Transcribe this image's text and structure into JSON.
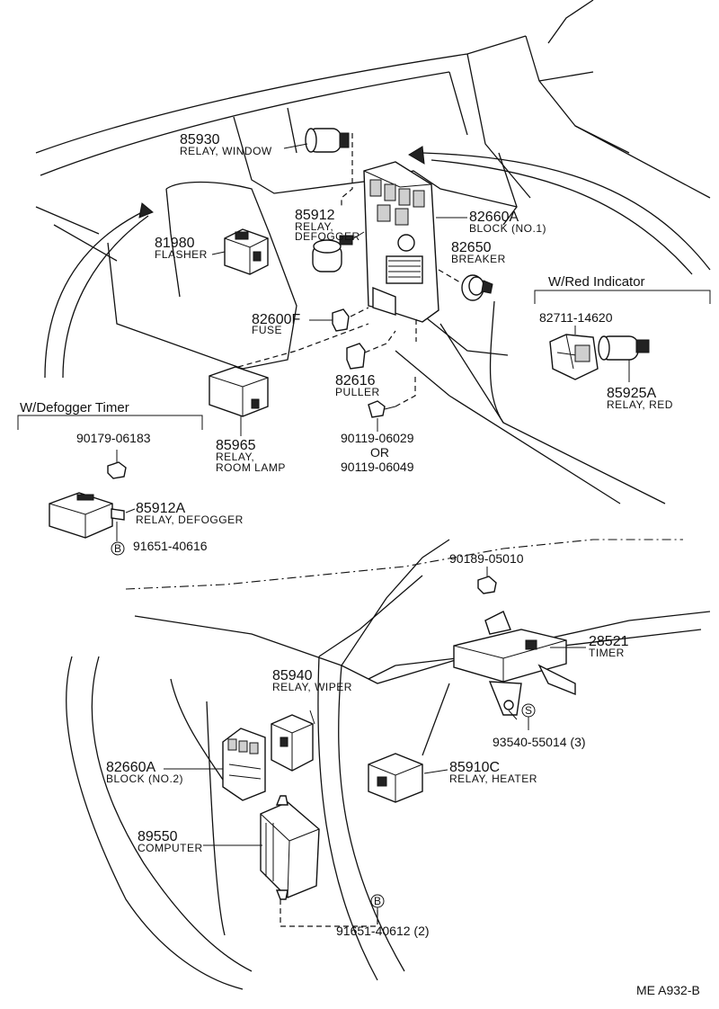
{
  "diagram_code": "ME  A932-B",
  "groups": {
    "defogger_timer": "W/Defogger Timer",
    "red_indicator": "W/Red Indicator"
  },
  "parts": {
    "p85930": {
      "num": "85930",
      "name": "RELAY, WINDOW"
    },
    "p81980": {
      "num": "81980",
      "name": "FLASHER"
    },
    "p85912": {
      "num": "85912",
      "name1": "RELAY,",
      "name2": "DEFOGGER"
    },
    "p82660A_1": {
      "num": "82660A",
      "name": "BLOCK (NO.1)"
    },
    "p82650": {
      "num": "82650",
      "name": "BREAKER"
    },
    "p82600F": {
      "num": "82600F",
      "name": "FUSE"
    },
    "p82616": {
      "num": "82616",
      "name": "PULLER"
    },
    "p85965": {
      "num": "85965",
      "name1": "RELAY,",
      "name2": "ROOM LAMP"
    },
    "p90119": {
      "num1": "90119-06029",
      "or": "OR",
      "num2": "90119-06049"
    },
    "p90179": {
      "num": "90179-06183"
    },
    "p85912A": {
      "num": "85912A",
      "name": "RELAY, DEFOGGER"
    },
    "p91651_40616": {
      "num": "91651-40616",
      "marker": "B"
    },
    "p82711": {
      "num": "82711-14620"
    },
    "p85925A": {
      "num": "85925A",
      "name": "RELAY, RED"
    },
    "p90189": {
      "num": "90189-05010"
    },
    "p28521": {
      "num": "28521",
      "name": "TIMER"
    },
    "p85940": {
      "num": "85940",
      "name": "RELAY, WIPER"
    },
    "p93540": {
      "num": "93540-55014 (3)",
      "marker": "S"
    },
    "p82660A_2": {
      "num": "82660A",
      "name": "BLOCK (NO.2)"
    },
    "p85910C": {
      "num": "85910C",
      "name": "RELAY, HEATER"
    },
    "p89550": {
      "num": "89550",
      "name": "COMPUTER"
    },
    "p91651_40612": {
      "num": "91651-40612 (2)",
      "marker": "B"
    }
  }
}
